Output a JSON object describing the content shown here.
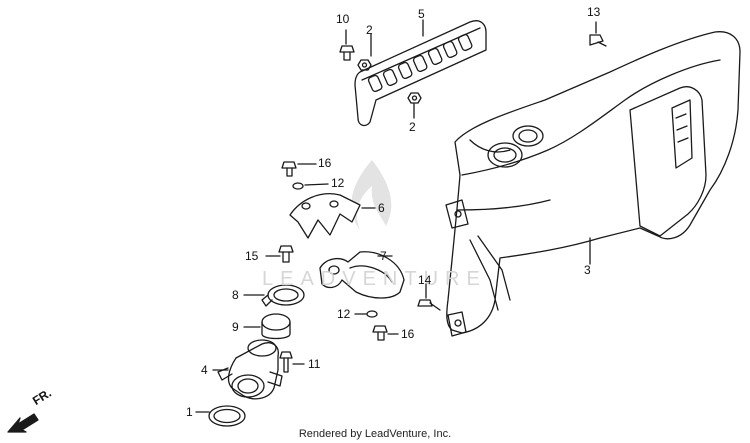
{
  "diagram": {
    "credit": "Rendered by LeadVenture, Inc.",
    "direction_label": "FR.",
    "watermark_text": "LEADVENTURE",
    "line_color": "#1a1a1a",
    "watermark_color": "#d6d6d6",
    "callouts": [
      "1",
      "2",
      "2",
      "3",
      "4",
      "5",
      "6",
      "7",
      "8",
      "9",
      "10",
      "11",
      "12",
      "12",
      "13",
      "14",
      "15",
      "16",
      "16"
    ]
  }
}
